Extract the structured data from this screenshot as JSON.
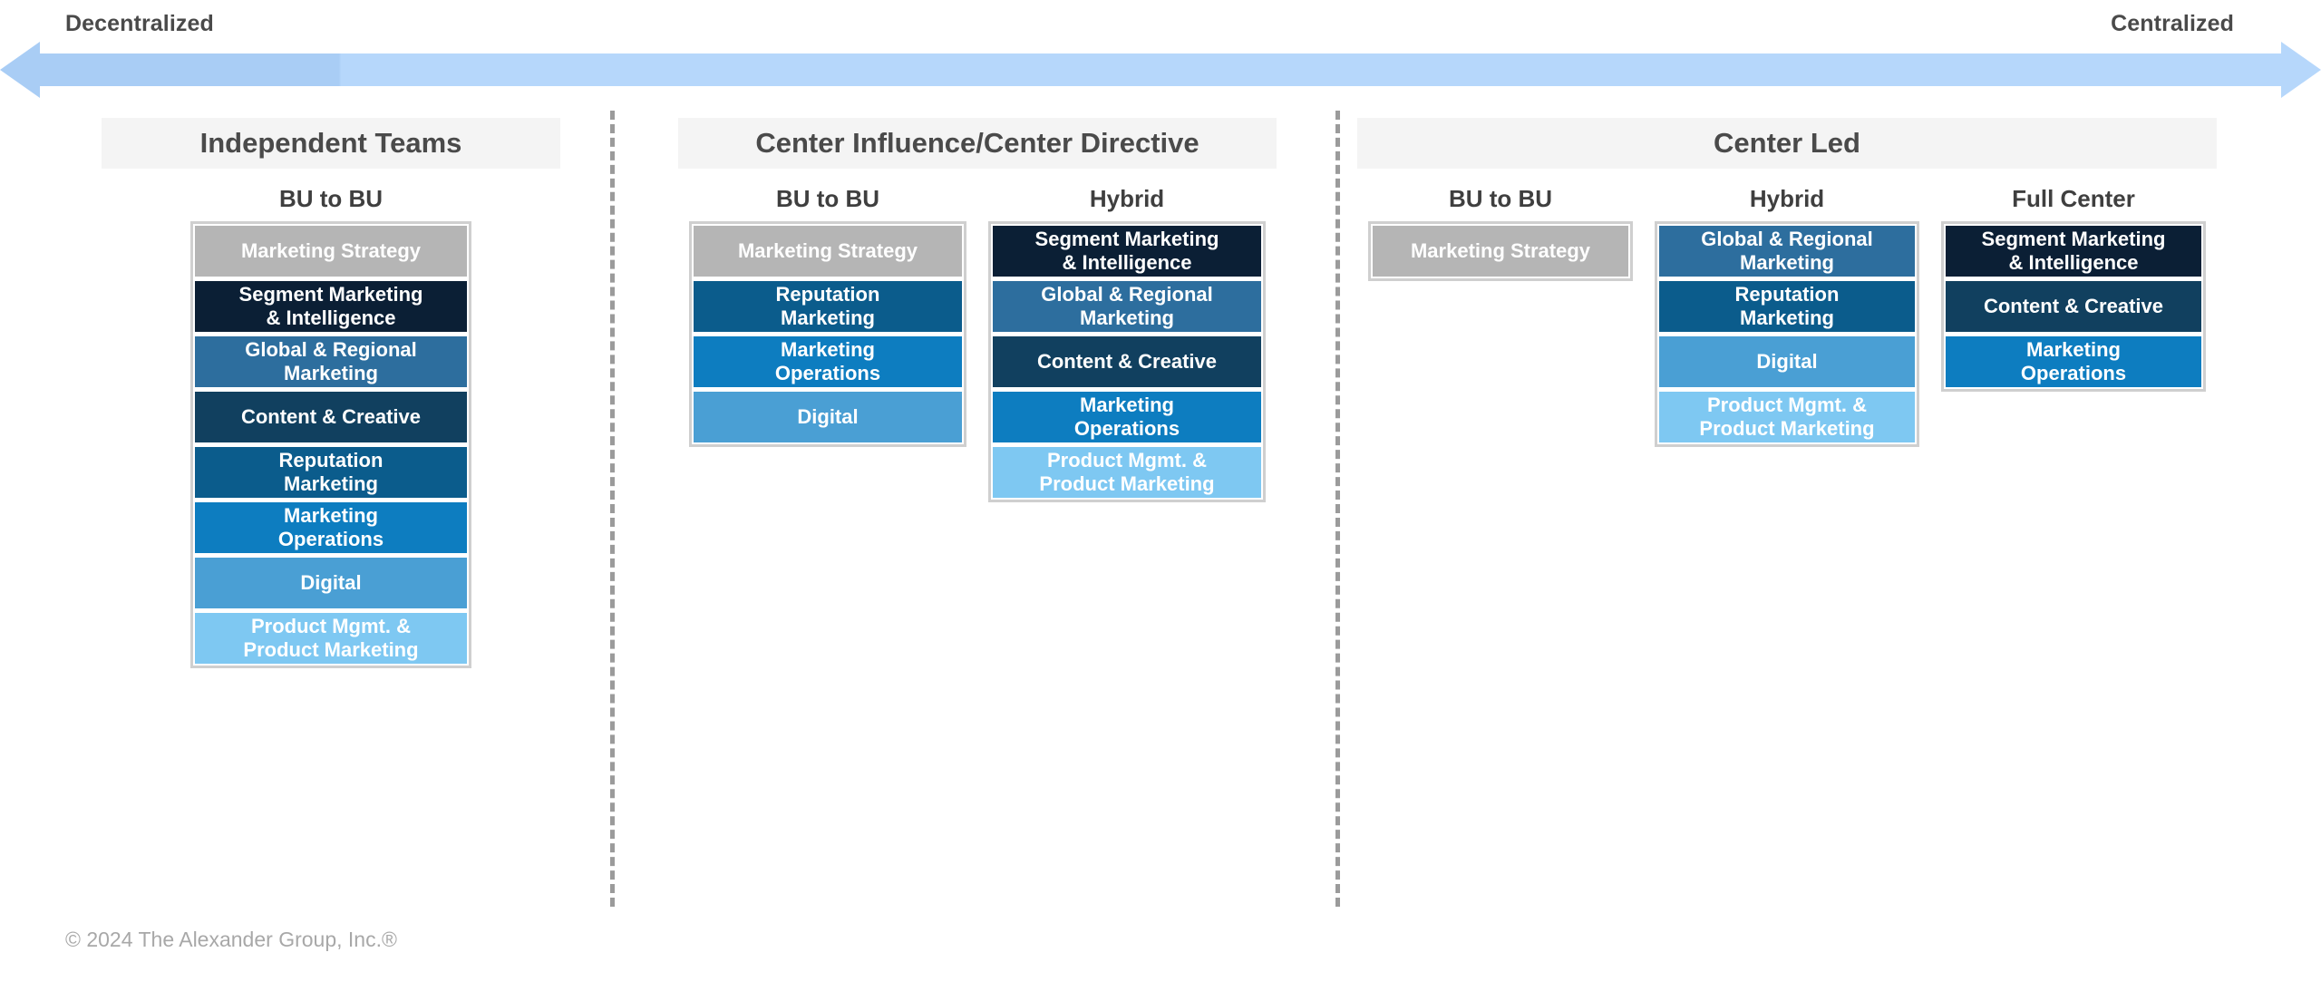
{
  "continuum": {
    "left_label": "Decentralized",
    "right_label": "Centralized",
    "arrow_color_left": "#a9cdf5",
    "arrow_color_right": "#b6d7fb"
  },
  "legend_colors": {
    "marketing_strategy": "#b5b5b5",
    "segment_marketing_intelligence": "#0b1f35",
    "global_regional_marketing": "#2d6e9e",
    "content_creative": "#11405f",
    "reputation_marketing": "#0b5c8c",
    "marketing_operations": "#0d7dc0",
    "digital": "#4a9fd4",
    "product_mgmt_product_marketing": "#7ec8f2"
  },
  "sections": [
    {
      "id": "independent-teams",
      "title": "Independent Teams",
      "subcolumns": [
        {
          "id": "independent-bu-to-bu",
          "title": "BU to BU",
          "boxes": [
            {
              "label": "Marketing Strategy",
              "color": "#b5b5b5",
              "lines": 1
            },
            {
              "label": "Segment Marketing\n& Intelligence",
              "color": "#0b1f35",
              "lines": 2
            },
            {
              "label": "Global & Regional\nMarketing",
              "color": "#2d6e9e",
              "lines": 2
            },
            {
              "label": "Content & Creative",
              "color": "#11405f",
              "lines": 1
            },
            {
              "label": "Reputation\nMarketing",
              "color": "#0b5c8c",
              "lines": 2
            },
            {
              "label": "Marketing\nOperations",
              "color": "#0d7dc0",
              "lines": 2
            },
            {
              "label": "Digital",
              "color": "#4a9fd4",
              "lines": 1
            },
            {
              "label": "Product Mgmt. &\nProduct Marketing",
              "color": "#7ec8f2",
              "lines": 2
            }
          ]
        }
      ]
    },
    {
      "id": "center-influence-center-directive",
      "title": "Center Influence/Center Directive",
      "subcolumns": [
        {
          "id": "influence-bu-to-bu",
          "title": "BU to BU",
          "boxes": [
            {
              "label": "Marketing Strategy",
              "color": "#b5b5b5",
              "lines": 1
            },
            {
              "label": "Reputation\nMarketing",
              "color": "#0b5c8c",
              "lines": 2
            },
            {
              "label": "Marketing\nOperations",
              "color": "#0d7dc0",
              "lines": 2
            },
            {
              "label": "Digital",
              "color": "#4a9fd4",
              "lines": 1
            }
          ]
        },
        {
          "id": "influence-hybrid",
          "title": "Hybrid",
          "boxes": [
            {
              "label": "Segment Marketing\n& Intelligence",
              "color": "#0b1f35",
              "lines": 2
            },
            {
              "label": "Global & Regional\nMarketing",
              "color": "#2d6e9e",
              "lines": 2
            },
            {
              "label": "Content & Creative",
              "color": "#11405f",
              "lines": 1
            },
            {
              "label": "Marketing\nOperations",
              "color": "#0d7dc0",
              "lines": 2
            },
            {
              "label": "Product Mgmt. &\nProduct Marketing",
              "color": "#7ec8f2",
              "lines": 2
            }
          ]
        }
      ]
    },
    {
      "id": "center-led",
      "title": "Center Led",
      "subcolumns": [
        {
          "id": "centerled-bu-to-bu",
          "title": "BU to BU",
          "boxes": [
            {
              "label": "Marketing Strategy",
              "color": "#b5b5b5",
              "lines": 1
            }
          ]
        },
        {
          "id": "centerled-hybrid",
          "title": "Hybrid",
          "boxes": [
            {
              "label": "Global & Regional\nMarketing",
              "color": "#2d6e9e",
              "lines": 2
            },
            {
              "label": "Reputation\nMarketing",
              "color": "#0b5c8c",
              "lines": 2
            },
            {
              "label": "Digital",
              "color": "#4a9fd4",
              "lines": 1
            },
            {
              "label": "Product Mgmt. &\nProduct Marketing",
              "color": "#7ec8f2",
              "lines": 2
            }
          ]
        },
        {
          "id": "centerled-full-center",
          "title": "Full Center",
          "boxes": [
            {
              "label": "Segment Marketing\n& Intelligence",
              "color": "#0b1f35",
              "lines": 2
            },
            {
              "label": "Content & Creative",
              "color": "#11405f",
              "lines": 1
            },
            {
              "label": "Marketing\nOperations",
              "color": "#0d7dc0",
              "lines": 2
            }
          ]
        }
      ]
    }
  ],
  "footer": {
    "copyright": "© 2024 The Alexander Group, Inc.®"
  }
}
